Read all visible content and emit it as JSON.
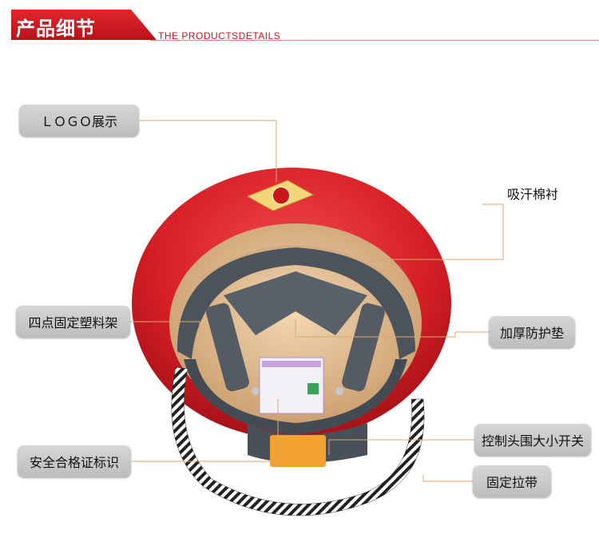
{
  "header": {
    "title": "产品细节",
    "subtitle": "THE PRODUCTSDETAILS"
  },
  "colors": {
    "accent": "#c8161d",
    "leader": "#e0a46a",
    "callout_bg": "#c9c9c9",
    "helmet": "#d8242a",
    "pad": "#4d535b",
    "lining": "#e8c79f"
  },
  "callouts": {
    "logo": "ＬＯＧＯ展示",
    "sweatband": "吸汗棉衬",
    "frame": "四点固定塑料架",
    "pad": "加厚防护垫",
    "certificate": "安全合格证标识",
    "size_switch": "控制头围大小开关",
    "strap": "固定拉带"
  }
}
